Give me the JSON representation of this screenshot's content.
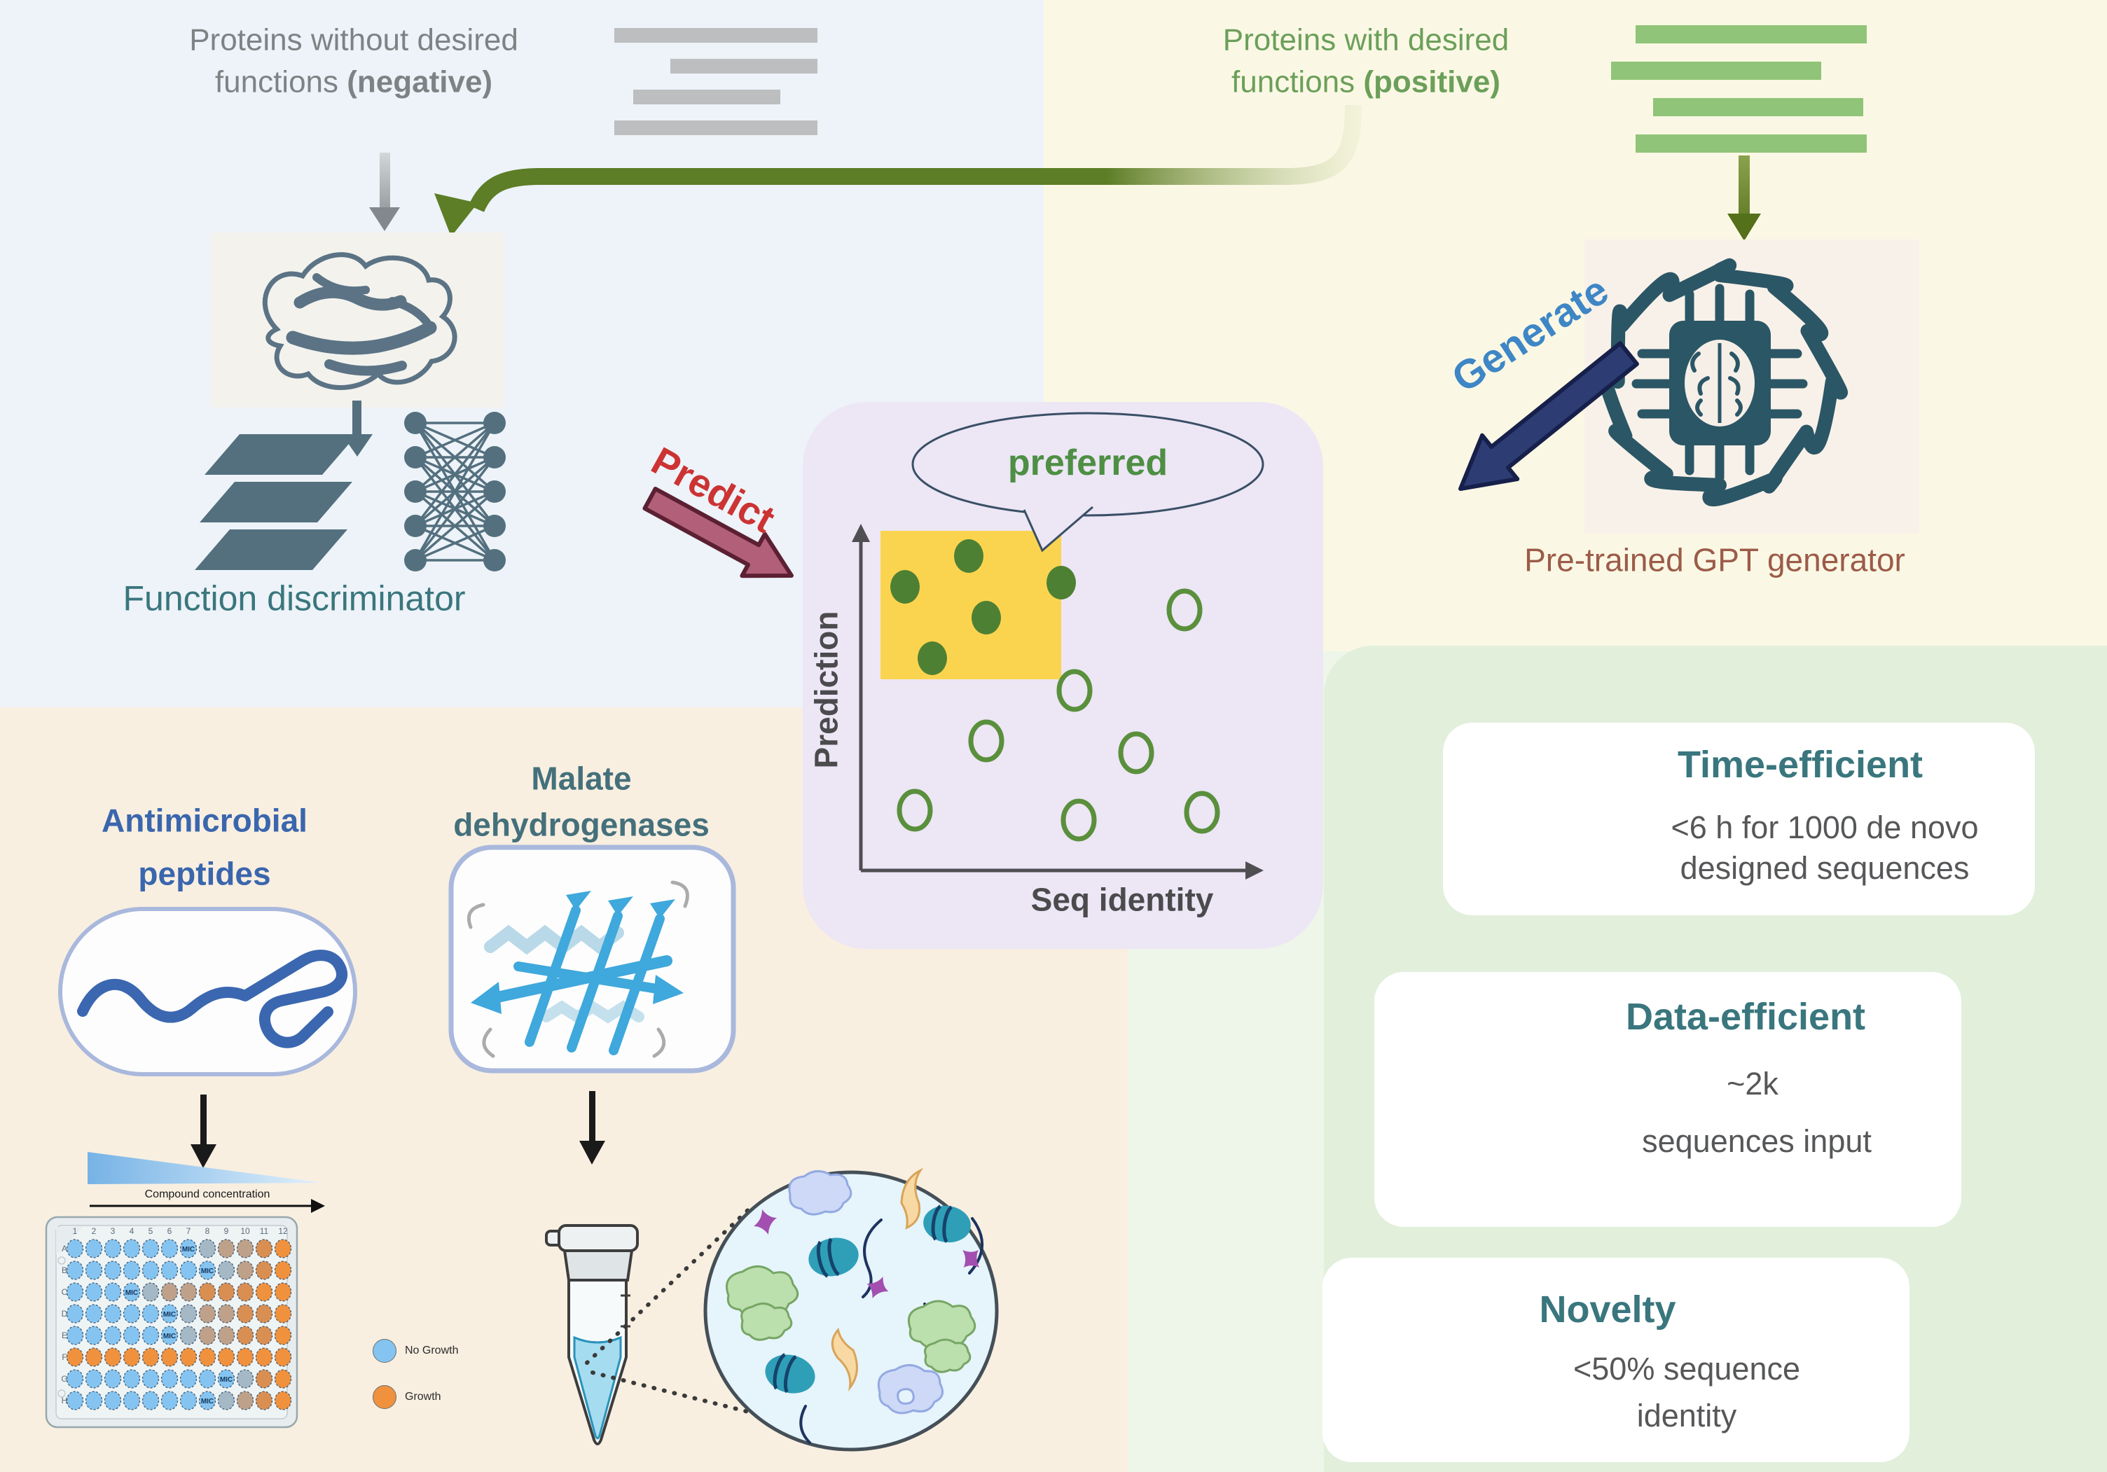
{
  "colors": {
    "bg_negative_panel": "#edf3f8",
    "bg_positive_panel": "#faf8e4",
    "bg_assay_panel": "#f8efe1",
    "bg_outcome_base": "#eef6ea",
    "bg_outcome_panel": "#e2efdb",
    "bg_scatter_panel": "#ece6f5",
    "highlight_yellow": "#fbd44f",
    "dot_green": "#4e8033",
    "circle_green": "#5a8f3c",
    "slate": "#54707f",
    "gray_text": "#7f8285",
    "green_text": "#6b9f5a",
    "teal_text": "#3a767e",
    "brown_text": "#9c5b49",
    "red_text": "#cc3333",
    "blue_text": "#3e86c6",
    "predict_arrow": "#b2607a",
    "predict_arrow_stroke": "#5c2033",
    "generate_arrow": "#2d3d74",
    "generate_arrow_stroke": "#16204a",
    "green_arrow": "#5d7d26",
    "gray_bar": "#bcbec0",
    "green_bar": "#90c478",
    "amp_blue": "#3b67b0",
    "box_border": "#a9b8dc",
    "well_blue": "#85c4f0",
    "well_orange": "#f0913d",
    "well_gray": "#a4b8c6",
    "well_tan": "#bfa189",
    "well_tanorange": "#d98f52",
    "axis_gray": "#4f4f51",
    "gpt_icon": "#2b5666"
  },
  "header_negative": {
    "line1": "Proteins without desired",
    "line2_normal": "functions ",
    "line2_bold": "(negative)"
  },
  "header_positive": {
    "line1": "Proteins with desired",
    "line2_normal": "functions ",
    "line2_bold": "(positive)"
  },
  "discriminator": {
    "label": "Function discriminator"
  },
  "generator": {
    "label": "Pre-trained GPT generator"
  },
  "flow": {
    "predict": "Predict",
    "generate": "Generate"
  },
  "scatter": {
    "callout": "preferred",
    "y_axis": "Prediction",
    "x_axis": "Seq identity",
    "filled_points": [
      [
        1383,
        794
      ],
      [
        1292,
        838
      ],
      [
        1515,
        832
      ],
      [
        1408,
        882
      ],
      [
        1331,
        940
      ]
    ],
    "open_points": [
      [
        1691,
        871
      ],
      [
        1534,
        986
      ],
      [
        1408,
        1058
      ],
      [
        1622,
        1075
      ],
      [
        1306,
        1157
      ],
      [
        1540,
        1171
      ],
      [
        1716,
        1160
      ]
    ]
  },
  "sequence_icons": {
    "negative_bars": [
      [
        877,
        40,
        290,
        21
      ],
      [
        957,
        84,
        210,
        21
      ],
      [
        904,
        128,
        210,
        21
      ],
      [
        877,
        172,
        290,
        21
      ]
    ],
    "positive_bars": [
      [
        2335,
        36,
        330,
        26
      ],
      [
        2300,
        88,
        300,
        26
      ],
      [
        2360,
        140,
        300,
        26
      ],
      [
        2335,
        192,
        330,
        26
      ]
    ]
  },
  "amp": {
    "title_line1": "Antimicrobial",
    "title_line2": "peptides"
  },
  "mdh": {
    "title_line1": "Malate",
    "title_line2": "dehydrogenases"
  },
  "assay": {
    "concentration_label": "Compound concentration",
    "column_labels": [
      "1",
      "2",
      "3",
      "4",
      "5",
      "6",
      "7",
      "8",
      "9",
      "10",
      "11",
      "12"
    ],
    "row_labels": [
      "A",
      "B",
      "C",
      "D",
      "E",
      "F",
      "G",
      "H"
    ],
    "mic_label": "MIC",
    "wells": [
      "BBBBBBMGTTDO",
      "BBBBBBBMGTDO",
      "BBBMGTTDDDOO",
      "BBBBBMGTTDDO",
      "BBBBBMGTTDDO",
      "OOOOOOOOOOOO",
      "BBBBBBBBMGDO",
      "BBBBBBBMGTDO"
    ],
    "legend": [
      {
        "label": "No Growth",
        "color_key": "well_blue"
      },
      {
        "label": "Growth",
        "color_key": "well_orange"
      }
    ]
  },
  "cards": [
    {
      "title": "Time-efficient",
      "body_line1": "<6 h for 1000 de novo",
      "body_line2": "designed sequences",
      "icon": "hourglass-icon"
    },
    {
      "title": "Data-efficient",
      "body_line1": "~2k",
      "body_line2": "sequences input",
      "icon": "pie-chart-icon"
    },
    {
      "title": "Novelty",
      "body_line1": "<50% sequence",
      "body_line2": "identity",
      "icon": "lightbulb-icon"
    }
  ]
}
